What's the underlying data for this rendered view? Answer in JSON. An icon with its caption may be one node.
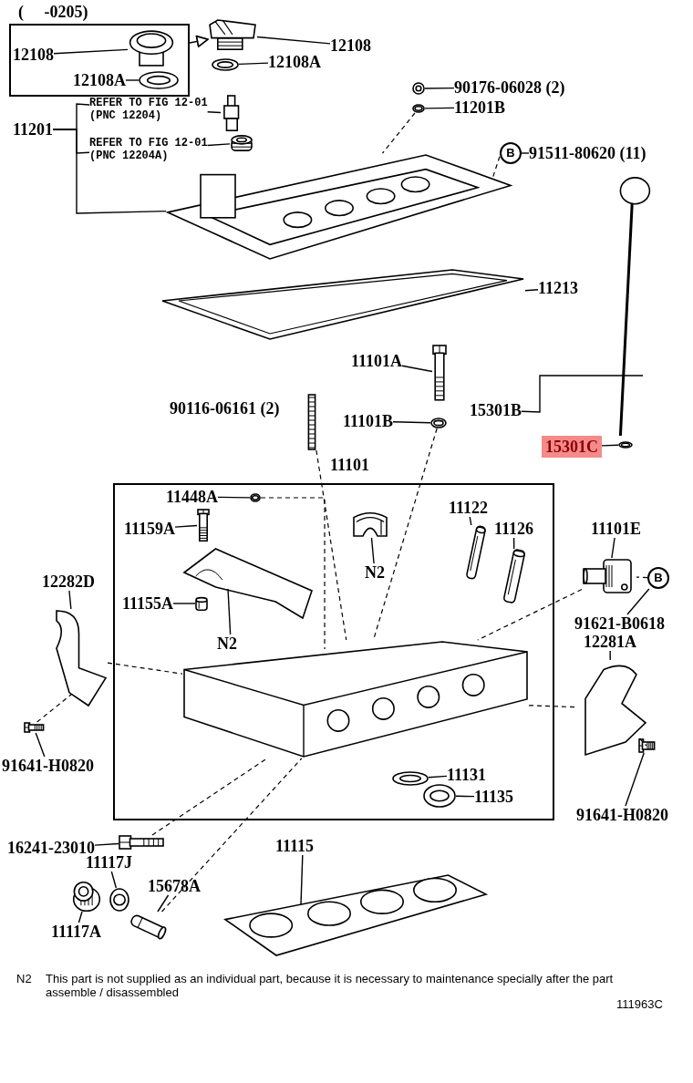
{
  "diagram": {
    "nodes": [
      {
        "text": [
          "(     -0205)"
        ]
      },
      {
        "text": [
          "12108"
        ],
        "in": 0
      },
      {
        "text": [
          "12108A"
        ],
        "in": 0
      },
      {
        "text": [],
        "shape": "picture",
        "in": 0
      },
      {
        "text": [],
        "shape": "picture",
        "in": 0
      },
      {
        "text": [],
        "shape": "picture"
      },
      {
        "text": [],
        "shape": "picture"
      },
      {
        "text": [
          "12108"
        ]
      },
      {
        "text": [
          "12108A"
        ]
      },
      {
        "text": [
          "11201"
        ]
      },
      {
        "text": [
          "REFER TO FIG 12-01",
          "(PNC 12204)"
        ]
      },
      {
        "text": [],
        "shape": "picture"
      },
      {
        "text": [
          "REFER TO FIG 12-01",
          "(PNC 12204A)"
        ]
      },
      {
        "text": [],
        "shape": "picture"
      },
      {
        "text": [],
        "shape": "picture"
      },
      {
        "text": [
          "90176-06028 (2)"
        ]
      },
      {
        "text": [],
        "shape": "picture"
      },
      {
        "text": [
          "11201B"
        ]
      },
      {
        "text": [],
        "shape": "picture"
      },
      {
        "text": [
          "B"
        ]
      },
      {
        "text": [
          "91511-80620 (11)"
        ]
      },
      {
        "text": [
          "11213"
        ]
      },
      {
        "text": [],
        "shape": "picture"
      },
      {
        "text": [
          "11101A"
        ]
      },
      {
        "text": [],
        "shape": "picture"
      },
      {
        "text": [
          "11101B"
        ]
      },
      {
        "text": [],
        "shape": "picture"
      },
      {
        "text": [],
        "shape": "picture",
        "beside": [
          "90116-06161 (2)"
        ]
      },
      {
        "text": [
          "15301B"
        ]
      },
      {
        "text": [
          "15301C"
        ]
      },
      {
        "text": [],
        "shape": "picture"
      },
      {
        "text": [],
        "shape": "picture"
      },
      {
        "text": [
          "11101"
        ]
      },
      {
        "text": [
          "11448A"
        ],
        "in": 32
      },
      {
        "text": [],
        "shape": "picture",
        "in": 32
      },
      {
        "text": [
          "11159A"
        ],
        "in": 32
      },
      {
        "text": [],
        "shape": "picture",
        "in": 32
      },
      {
        "text": [
          "11155A"
        ],
        "in": 32
      },
      {
        "text": [],
        "shape": "picture",
        "in": 32
      },
      {
        "text": [],
        "shape": "picture",
        "in": 32
      },
      {
        "text": [
          "N2"
        ],
        "in": 32
      },
      {
        "text": [],
        "shape": "picture",
        "in": 32
      },
      {
        "text": [
          "N2"
        ],
        "in": 32
      },
      {
        "text": [
          "11122"
        ],
        "in": 32
      },
      {
        "text": [],
        "shape": "picture",
        "in": 32
      },
      {
        "text": [
          "11126"
        ],
        "in": 32
      },
      {
        "text": [],
        "shape": "picture",
        "in": 32
      },
      {
        "text": [],
        "shape": "picture",
        "in": 32
      },
      {
        "text": [
          "11131"
        ],
        "in": 32
      },
      {
        "text": [],
        "shape": "picture",
        "in": 32
      },
      {
        "text": [
          "11135"
        ],
        "in": 32
      },
      {
        "text": [],
        "shape": "picture",
        "in": 32
      },
      {
        "text": [
          "12282D"
        ]
      },
      {
        "text": [],
        "shape": "picture"
      },
      {
        "text": [
          "91641-H0820"
        ]
      },
      {
        "text": [],
        "shape": "picture"
      },
      {
        "text": [
          "11101E"
        ]
      },
      {
        "text": [],
        "shape": "picture"
      },
      {
        "text": [
          "B"
        ]
      },
      {
        "text": [
          "91621-B0618"
        ]
      },
      {
        "text": [
          "12281A"
        ]
      },
      {
        "text": [],
        "shape": "picture"
      },
      {
        "text": [
          "91641-H0820"
        ]
      },
      {
        "text": [],
        "shape": "picture"
      },
      {
        "text": [
          "16241-23010"
        ]
      },
      {
        "text": [],
        "shape": "picture"
      },
      {
        "text": [
          "11117J"
        ]
      },
      {
        "text": [],
        "shape": "picture"
      },
      {
        "text": [
          "11117A"
        ]
      },
      {
        "text": [],
        "shape": "picture"
      },
      {
        "text": [
          "15678A"
        ]
      },
      {
        "text": [],
        "shape": "picture"
      },
      {
        "text": [
          "11115"
        ]
      },
      {
        "text": [],
        "shape": "picture"
      }
    ],
    "edges": [
      {
        "from": 1,
        "to": 3,
        "arrow": "none"
      },
      {
        "from": 2,
        "to": 4,
        "arrow": "none"
      },
      {
        "from": 0,
        "to": 5,
        "arrow": "to"
      },
      {
        "from": 7,
        "to": 5,
        "arrow": "none"
      },
      {
        "from": 8,
        "to": 6,
        "arrow": "none"
      },
      {
        "from": 9,
        "to": 10,
        "arrow": "none"
      },
      {
        "from": 9,
        "to": 12,
        "arrow": "none"
      },
      {
        "from": 9,
        "to": 14,
        "arrow": "none"
      },
      {
        "from": 10,
        "to": 11,
        "arrow": "none"
      },
      {
        "from": 12,
        "to": 13,
        "arrow": "none"
      },
      {
        "from": 15,
        "to": 16,
        "arrow": "none"
      },
      {
        "from": 17,
        "to": 18,
        "arrow": "none"
      },
      {
        "from": 18,
        "to": 14,
        "arrow": "none",
        "style": "dashed"
      },
      {
        "from": 20,
        "to": 19,
        "arrow": "none"
      },
      {
        "from": 19,
        "to": 14,
        "arrow": "none",
        "style": "dashed"
      },
      {
        "from": 21,
        "to": 22,
        "arrow": "none"
      },
      {
        "from": 23,
        "to": 24,
        "arrow": "none"
      },
      {
        "from": 25,
        "to": 26,
        "arrow": "none"
      },
      {
        "from": 26,
        "to": 47,
        "arrow": "none",
        "style": "dashed"
      },
      {
        "from": 27,
        "to": 47,
        "arrow": "none",
        "style": "dashed"
      },
      {
        "from": 28,
        "to": 30,
        "arrow": "none"
      },
      {
        "from": 29,
        "to": 31,
        "arrow": "none"
      },
      {
        "from": 33,
        "to": 34,
        "arrow": "none"
      },
      {
        "from": 34,
        "to": 47,
        "arrow": "none",
        "style": "dashed"
      },
      {
        "from": 35,
        "to": 36,
        "arrow": "none"
      },
      {
        "from": 37,
        "to": 38,
        "arrow": "none"
      },
      {
        "from": 40,
        "to": 39,
        "arrow": "none"
      },
      {
        "from": 42,
        "to": 41,
        "arrow": "none"
      },
      {
        "from": 43,
        "to": 44,
        "arrow": "none"
      },
      {
        "from": 45,
        "to": 46,
        "arrow": "none"
      },
      {
        "from": 48,
        "to": 49,
        "arrow": "none"
      },
      {
        "from": 50,
        "to": 51,
        "arrow": "none"
      },
      {
        "from": 52,
        "to": 53,
        "arrow": "none"
      },
      {
        "from": 53,
        "to": 47,
        "arrow": "none",
        "style": "dashed"
      },
      {
        "from": 54,
        "to": 55,
        "arrow": "none"
      },
      {
        "from": 55,
        "to": 53,
        "arrow": "none",
        "style": "dashed"
      },
      {
        "from": 56,
        "to": 57,
        "arrow": "none"
      },
      {
        "from": 57,
        "to": 47,
        "arrow": "none",
        "style": "dashed"
      },
      {
        "from": 59,
        "to": 58,
        "arrow": "none"
      },
      {
        "from": 58,
        "to": 57,
        "arrow": "none",
        "style": "dashed"
      },
      {
        "from": 60,
        "to": 61,
        "arrow": "none"
      },
      {
        "from": 61,
        "to": 47,
        "arrow": "none",
        "style": "dashed"
      },
      {
        "from": 62,
        "to": 63,
        "arrow": "none"
      },
      {
        "from": 63,
        "to": 61,
        "arrow": "none",
        "style": "dashed"
      },
      {
        "from": 64,
        "to": 65,
        "arrow": "none"
      },
      {
        "from": 65,
        "to": 47,
        "arrow": "none",
        "style": "dashed"
      },
      {
        "from": 66,
        "to": 67,
        "arrow": "none"
      },
      {
        "from": 68,
        "to": 69,
        "arrow": "none"
      },
      {
        "from": 70,
        "to": 71,
        "arrow": "none"
      },
      {
        "from": 71,
        "to": 47,
        "arrow": "none",
        "style": "dashed"
      },
      {
        "from": 72,
        "to": 73,
        "arrow": "none"
      }
    ],
    "labels": [
      "N2",
      "This part is not supplied as an individual part, because it is necessary to maintenance specially after the part assemble / disassembled",
      "111963C"
    ]
  }
}
